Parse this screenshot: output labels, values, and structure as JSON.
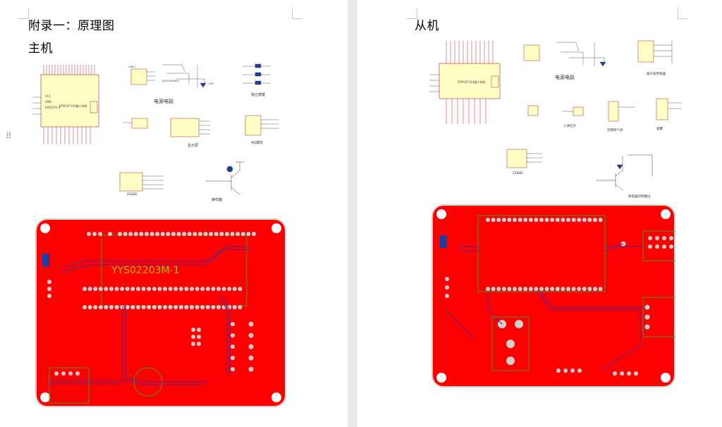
{
  "left_page": {
    "heading": "附录一：原理图",
    "subheading": "主机",
    "labels": {
      "power": "电源电路",
      "keys": "独立按键",
      "display": "显示屏",
      "module4g": "4G模块",
      "zigbee": "ZIGBEE",
      "buzzer": "蜂鸣器"
    },
    "pcb_text": "YYS02203M-1"
  },
  "right_page": {
    "heading": "从机",
    "labels": {
      "power": "电源电路",
      "ultrasonic": "超声波传感器",
      "pir": "人体红外",
      "gas": "可燃性气体",
      "fan": "烟雾",
      "zigbee": "ZIGBEE",
      "relay": "继电器控制输出"
    }
  },
  "colors": {
    "pcb_red": "#ff0000",
    "pcb_trace": "#4b2a9a",
    "pad": "#d0d0d0",
    "silk": "#3a9a3a",
    "schem_body": "#fffec4",
    "schem_line": "#b22222"
  },
  "icons": {
    "drag_handle": "⠿"
  }
}
